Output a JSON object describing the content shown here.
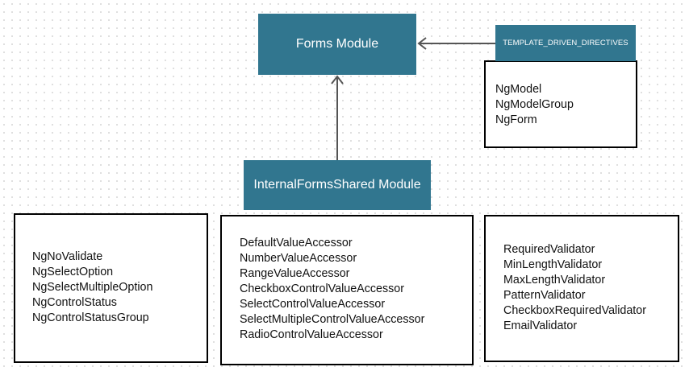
{
  "modules": {
    "forms_module": "Forms Module",
    "internal_forms_shared_module": "InternalFormsShared Module",
    "template_driven_directives": "TEMPLATE_DRIVEN_DIRECTIVES"
  },
  "template_directives_items": [
    "NgModel",
    "NgModelGroup",
    "NgForm"
  ],
  "shared_directives_left": [
    "NgNoValidate",
    "NgSelectOption",
    "NgSelectMultipleOption",
    "NgControlStatus",
    "NgControlStatusGroup"
  ],
  "shared_directives_middle": [
    "DefaultValueAccessor",
    "NumberValueAccessor",
    "RangeValueAccessor",
    "CheckboxControlValueAccessor",
    "SelectControlValueAccessor",
    "SelectMultipleControlValueAccessor",
    "RadioControlValueAccessor"
  ],
  "shared_directives_right": [
    "RequiredValidator",
    "MinLengthValidator",
    "MaxLengthValidator",
    "PatternValidator",
    "CheckboxRequiredValidator",
    "EmailValidator"
  ],
  "colors": {
    "module_fill": "#31768f",
    "module_text": "#ffffff",
    "connector": "#555555",
    "box_border": "#000000"
  }
}
